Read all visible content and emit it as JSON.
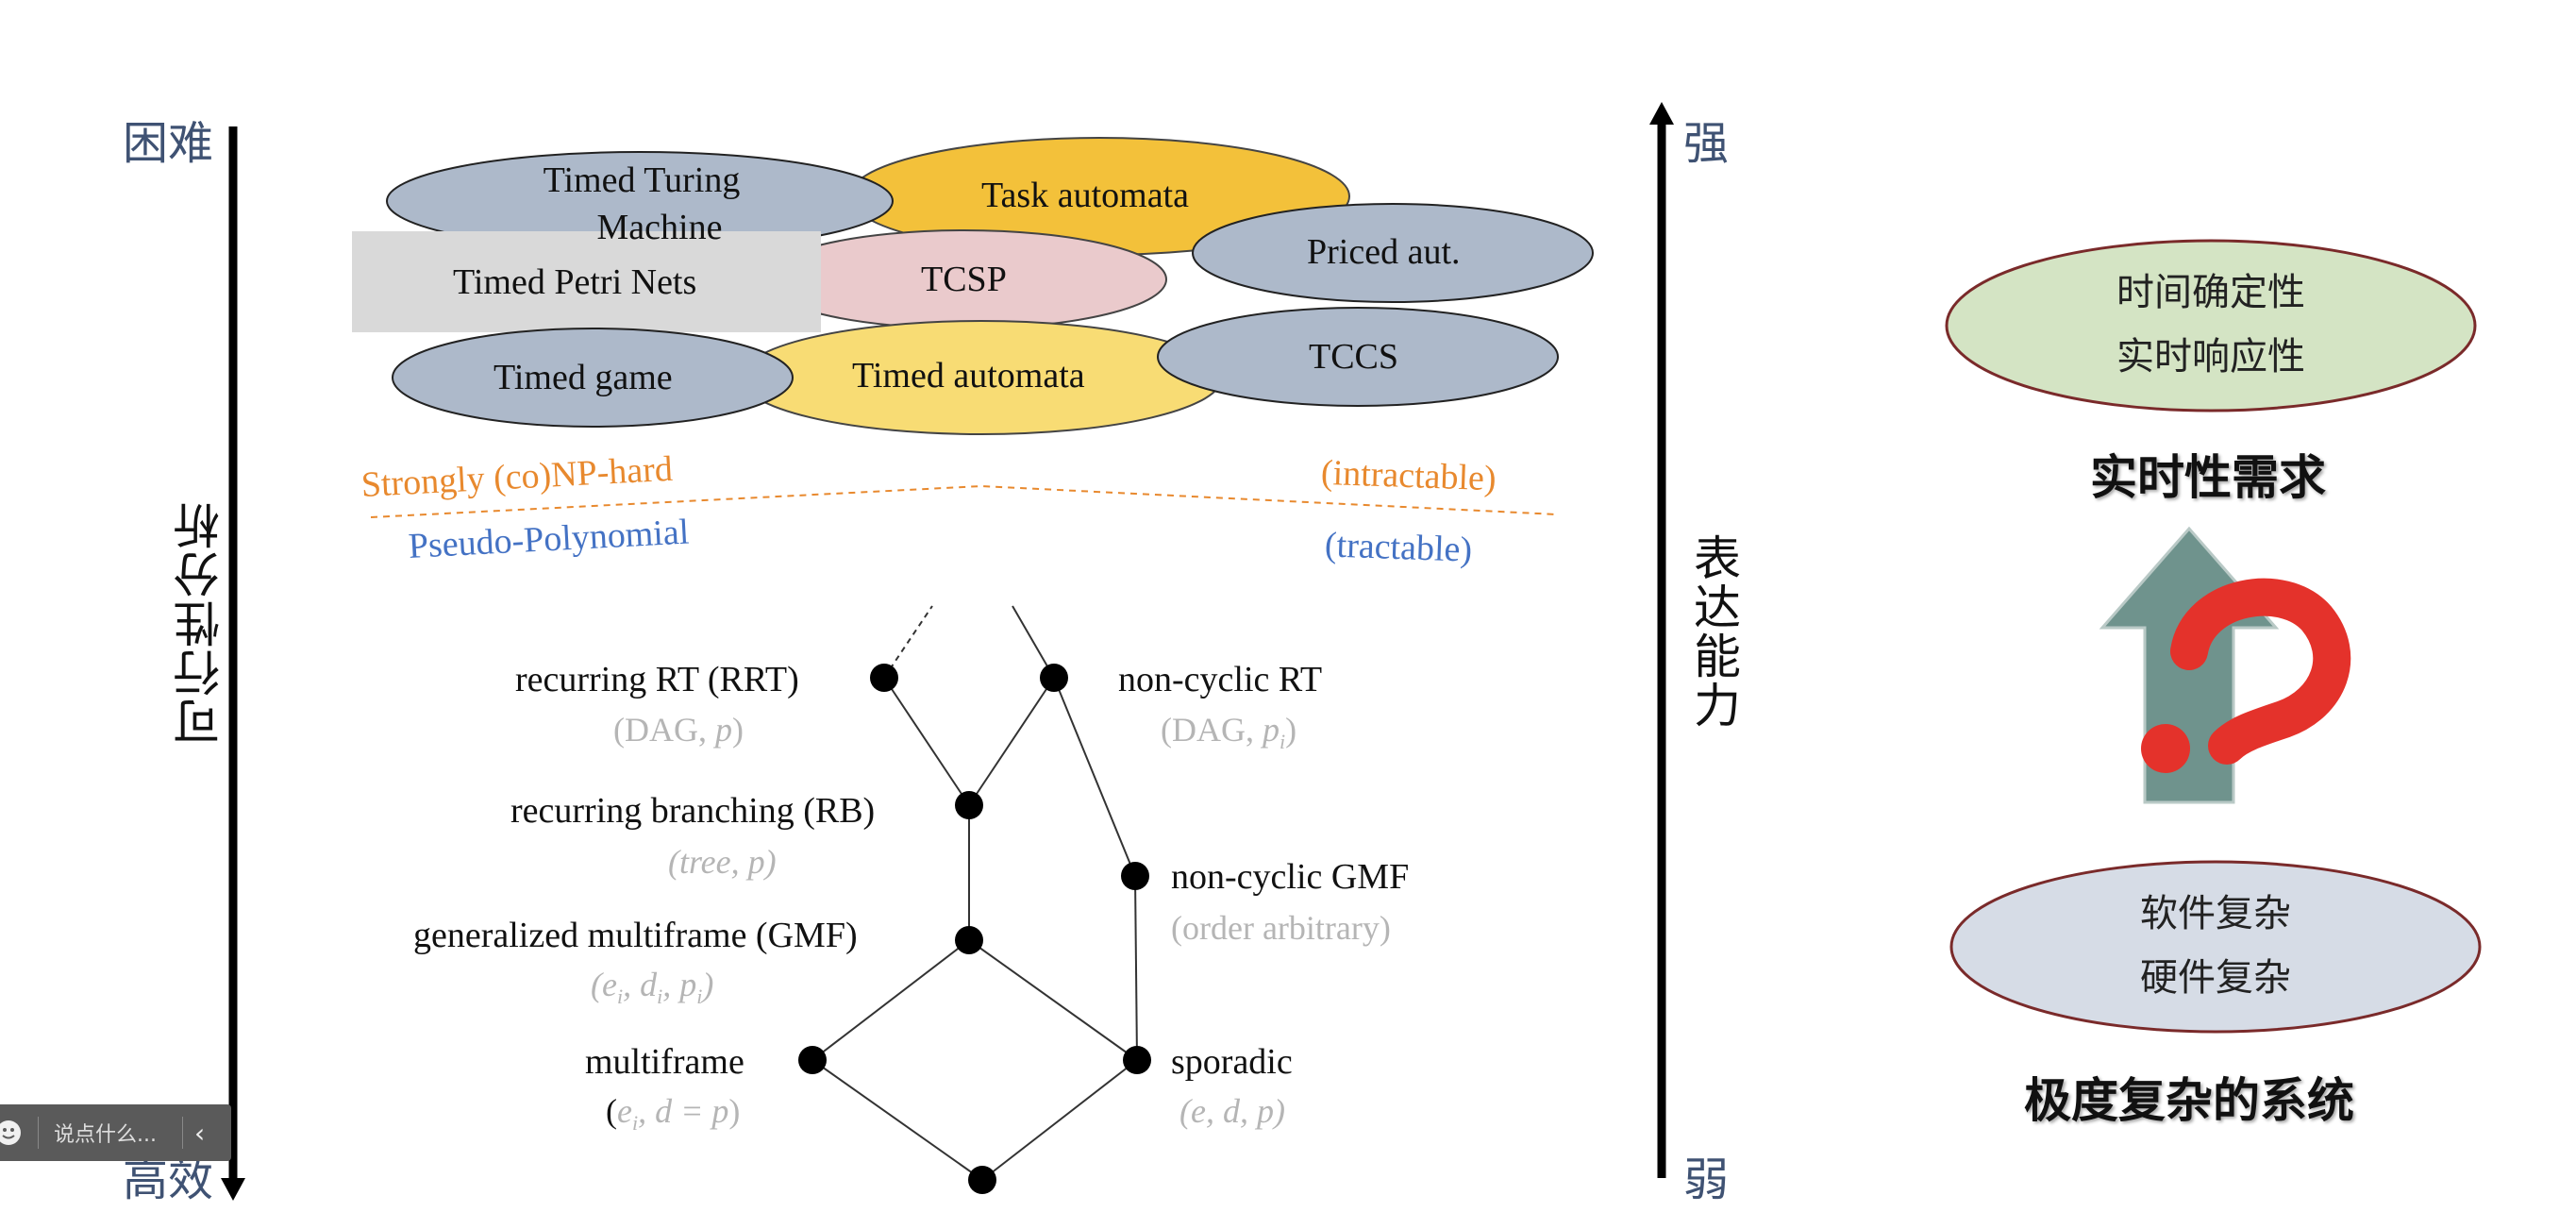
{
  "left_axis": {
    "top_label": "困难",
    "bottom_label": "高效",
    "title": "可行性分析"
  },
  "right_axis": {
    "top_label": "强",
    "bottom_label": "弱",
    "title": "表达能力"
  },
  "models": [
    {
      "id": "tm",
      "label_line1": "Timed Turing",
      "label_line2": "Machine",
      "color": "#adb9ca"
    },
    {
      "id": "ta_task",
      "label": "Task automata",
      "color": "#f3c13a"
    },
    {
      "id": "tpn",
      "label": "Timed Petri Nets",
      "color": "#d9d9d9"
    },
    {
      "id": "tcsp",
      "label": "TCSP",
      "color": "#eacacc"
    },
    {
      "id": "priced",
      "label": "Priced aut.",
      "color": "#adb9ca"
    },
    {
      "id": "game",
      "label": "Timed game",
      "color": "#adb9ca"
    },
    {
      "id": "ta",
      "label": "Timed automata",
      "color": "#f8dc74"
    },
    {
      "id": "tccs",
      "label": "TCCS",
      "color": "#adb9ca"
    }
  ],
  "boundary": {
    "upper_left": "Strongly (co)NP-hard",
    "upper_right": "(intractable)",
    "lower_left": "Pseudo-Polynomial",
    "lower_right": "(tractable)",
    "upper_color": "#e8892e",
    "lower_color": "#4472c4"
  },
  "hierarchy": {
    "rrt": {
      "label": "recurring RT (RRT)",
      "sub": "(DAG, p)"
    },
    "ncrt": {
      "label": "non-cyclic RT",
      "sub": "(DAG, pi)"
    },
    "rb": {
      "label": "recurring branching (RB)",
      "sub": "(tree, p)"
    },
    "ncgmf": {
      "label": "non-cyclic GMF",
      "sub": "(order arbitrary)"
    },
    "gmf": {
      "label": "generalized multiframe (GMF)",
      "sub": "(ei, di, pi)"
    },
    "mf": {
      "label": "multiframe",
      "sub": "(ei, d = p)"
    },
    "sporadic": {
      "label": "sporadic",
      "sub": "(e, d, p)"
    }
  },
  "right_panel": {
    "top_ellipse_line1": "时间确定性",
    "top_ellipse_line2": "实时响应性",
    "top_caption": "实时性需求",
    "bottom_ellipse_line1": "软件复杂",
    "bottom_ellipse_line2": "硬件复杂",
    "bottom_caption": "极度复杂的系统",
    "top_ellipse_color": "#d4e4c4",
    "bottom_ellipse_color": "#d6dce6",
    "arrow_color": "#6f938d",
    "question_color": "#e4322b"
  },
  "comment_bar": {
    "placeholder": "说点什么..."
  }
}
